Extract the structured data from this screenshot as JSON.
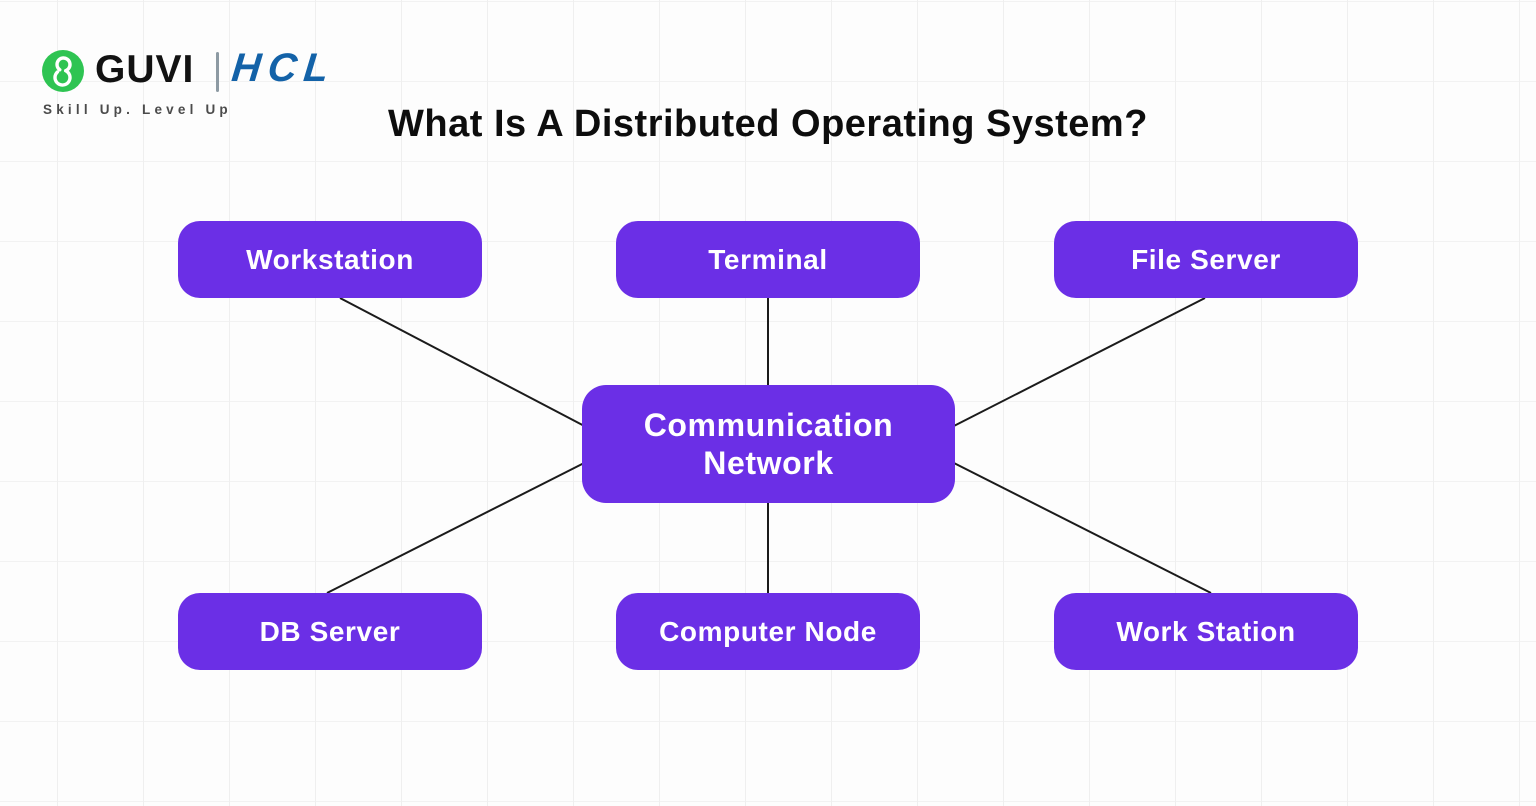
{
  "colors": {
    "accent": "#6B2FE6",
    "guvi_green": "#2EC452",
    "hcl_blue": "#1362A8",
    "connector": "#1B1B1B"
  },
  "brand": {
    "guvi_name": "GUVI",
    "guvi_tagline": "Skill Up. Level Up",
    "partner_name": "HCL"
  },
  "title": "What Is A Distributed Operating System?",
  "diagram": {
    "center_node": {
      "label": "Communication Network"
    },
    "nodes": [
      {
        "label": "Workstation"
      },
      {
        "label": "Terminal"
      },
      {
        "label": "File Server"
      },
      {
        "label": "DB Server"
      },
      {
        "label": "Computer Node"
      },
      {
        "label": "Work Station"
      }
    ]
  }
}
